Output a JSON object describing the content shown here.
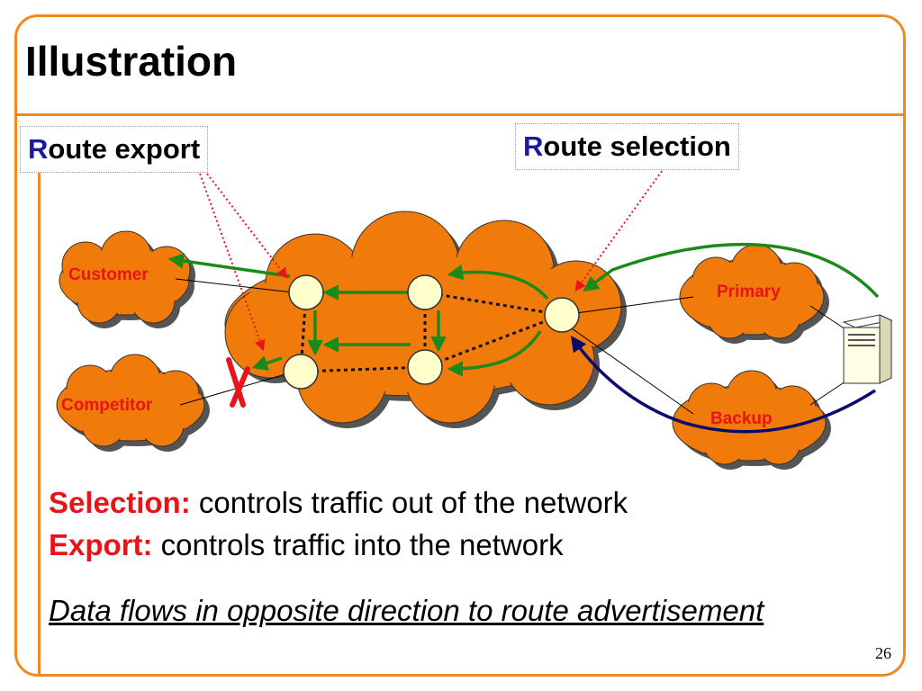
{
  "title": "Illustration",
  "labels": {
    "route_export": {
      "first": "R",
      "rest": "oute export"
    },
    "route_selection": {
      "first": "R",
      "rest": "oute selection"
    }
  },
  "clouds": {
    "customer": "Customer",
    "competitor": "Competitor",
    "primary": "Primary",
    "backup": "Backup"
  },
  "text": {
    "selection_kw": "Selection:",
    "selection_rest": " controls traffic out of the network",
    "export_kw": "Export:",
    "export_rest": " controls traffic into the network",
    "note": "Data flows in opposite direction to route advertisement"
  },
  "page_number": "26",
  "colors": {
    "accent": "#f08a1e",
    "cloud_fill": "#f07a0a",
    "cloud_shadow": "#555555",
    "router_fill": "#ffffcc",
    "advert_arrow": "#1a8a1a",
    "data_arrow": "#0a0a6e",
    "pointer": "#e8141a",
    "keyword": "#e8141a"
  },
  "icons": {
    "server": "server-icon",
    "blocked": "red-x-icon"
  }
}
